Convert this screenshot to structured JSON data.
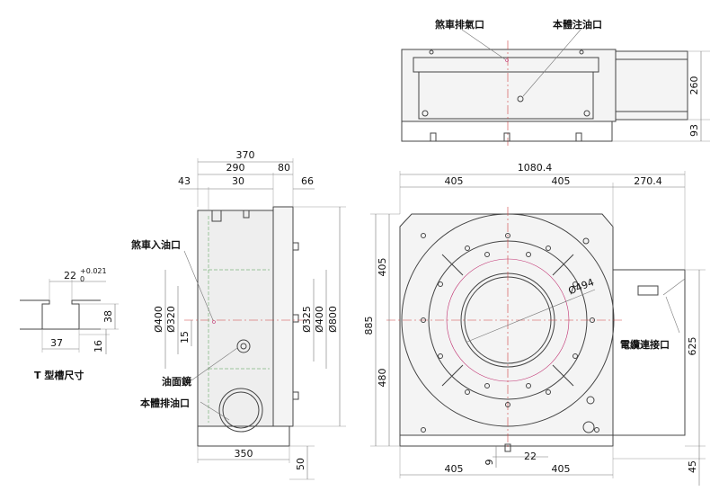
{
  "views": {
    "top": {
      "labels": {
        "brake_vent": "煞車排氣口",
        "oil_inlet_body": "本體注油口"
      },
      "dims": {
        "h260": "260",
        "h93": "93"
      }
    },
    "side": {
      "labels": {
        "brake_inlet": "煞車入油口",
        "oil_sight": "油面鏡",
        "oil_drain_body": "本體排油口"
      },
      "dims": {
        "w370": "370",
        "w290": "290",
        "w80": "80",
        "w43": "43",
        "w30": "30",
        "w66": "66",
        "d400a": "Ø400",
        "d320": "Ø320",
        "v15": "15",
        "d325": "Ø325",
        "d400b": "Ø400",
        "d800": "Ø800",
        "w350": "350",
        "v50": "50"
      }
    },
    "front": {
      "labels": {
        "cable_port": "電纜連接口"
      },
      "dims": {
        "w1080": "1080.4",
        "w405a": "405",
        "w405b": "405",
        "w270": "270.4",
        "h885": "885",
        "h405": "405",
        "h480": "480",
        "d494": "Ø494",
        "h625": "625",
        "v9": "9",
        "w22": "22",
        "w405c": "405",
        "w405d": "405",
        "v45": "45"
      }
    },
    "slot": {
      "title": "T 型槽尺寸",
      "dims": {
        "w22": "22",
        "tol_plus": "+0.021",
        "tol_zero": "0",
        "h38": "38",
        "w37": "37",
        "h16": "16"
      }
    }
  }
}
